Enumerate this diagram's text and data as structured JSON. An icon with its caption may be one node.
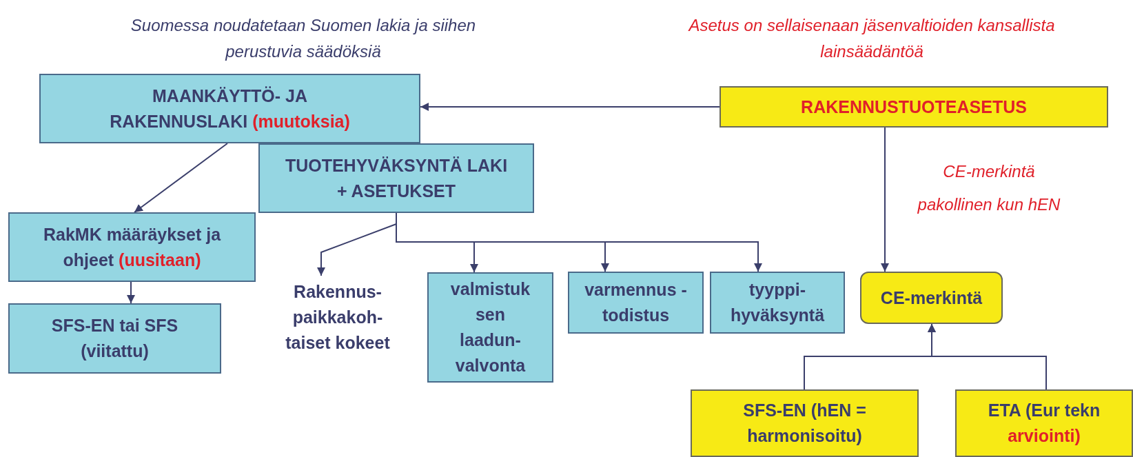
{
  "diagram": {
    "nodes": [
      {
        "text": [
          "MAANKÄYTTÖ- JA RAKENNUSLAKI",
          "(muutoksia)"
        ]
      },
      {
        "text": [
          "RAKENNUSTUOTEASETUS"
        ]
      },
      {
        "text": [
          "TUOTEHYVÄKSYNTÄ LAKI + ASETUKSET"
        ]
      },
      {
        "text": [
          "RakMK määräykset ja ohjeet",
          "(uusitaan)"
        ]
      },
      {
        "text": [
          "SFS-EN tai SFS (viitattu)"
        ]
      },
      {
        "text": [
          "Rakennus- paikkakoh- taiset kokeet"
        ]
      },
      {
        "text": [
          "valmistuk sen laadun- valvonta"
        ]
      },
      {
        "text": [
          "varmennus -todistus"
        ]
      },
      {
        "text": [
          "tyyppi- hyväksyntä"
        ]
      },
      {
        "text": [
          "CE-merkintä"
        ]
      },
      {
        "text": [
          "SFS-EN (hEN = harmonisoitu)"
        ]
      },
      {
        "text": [
          "ETA (Eur tekn",
          "arviointi)"
        ]
      }
    ],
    "edges": [
      {
        "from": 1,
        "to": 0,
        "arrow": "to"
      },
      {
        "from": 0,
        "to": 3,
        "arrow": "to"
      },
      {
        "from": 3,
        "to": 4,
        "arrow": "to"
      },
      {
        "from": 2,
        "to": 5,
        "arrow": "to"
      },
      {
        "from": 2,
        "to": 6,
        "arrow": "to"
      },
      {
        "from": 2,
        "to": 7,
        "arrow": "to"
      },
      {
        "from": 2,
        "to": 8,
        "arrow": "to"
      },
      {
        "from": 1,
        "to": 9,
        "arrow": "to",
        "label": "CE-merkintä pakollinen kun hEN"
      },
      {
        "from": 10,
        "to": 9,
        "arrow": "to"
      },
      {
        "from": 11,
        "to": 9,
        "arrow": "to"
      }
    ],
    "labels": [
      "Suomessa noudatetaan Suomen lakia ja siihen perustuvia säädöksiä",
      "Asetus on sellaisenaan jäsenvaltioiden kansallista lainsäädäntöä"
    ]
  }
}
